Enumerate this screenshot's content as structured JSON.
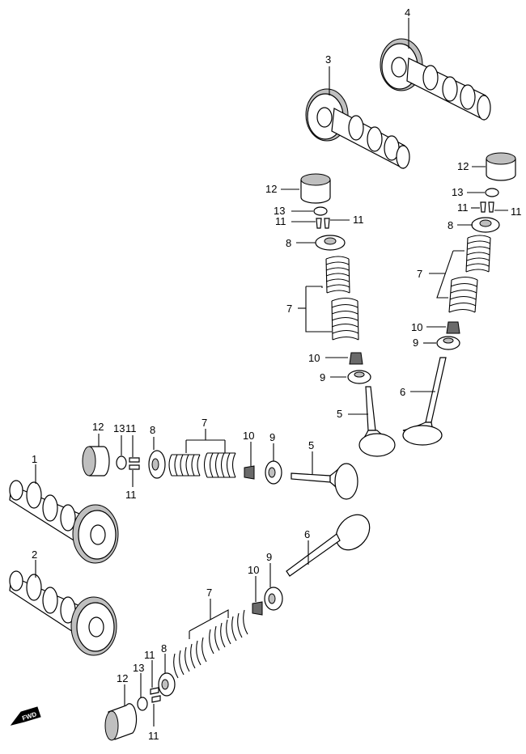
{
  "callouts": {
    "camshaft_no1": "1",
    "camshaft_no2": "2",
    "camshaft_no3": "3",
    "camshaft_no4": "4",
    "valve_intake": "5",
    "valve_exhaust": "6",
    "valve_spring": "7",
    "spring_retainer": "8",
    "spring_seat": "9",
    "stem_seal": "10",
    "valve_cotter": "11",
    "tappet": "12",
    "shim": "13"
  },
  "fwd_badge": "FWD",
  "colors": {
    "line": "#000000",
    "shade": "#bfbfbf",
    "dark": "#6a6a6a",
    "background": "#ffffff"
  }
}
